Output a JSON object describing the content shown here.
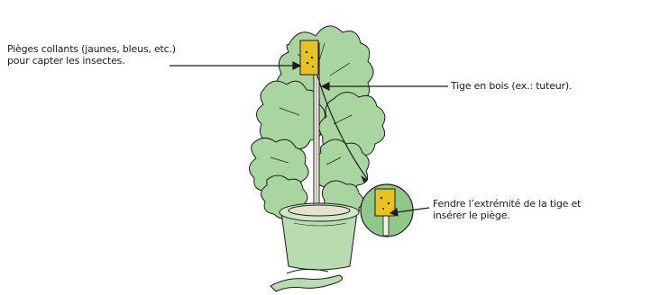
{
  "labels": {
    "traps": {
      "line1": "Pièges collants (jaunes, bleus, etc.)",
      "line2": "pour capter les insectes."
    },
    "stake": {
      "line1": "Tige en bois (ex.: tuteur)."
    },
    "insert": {
      "line1": "Fendre l’extrémité de la tige et",
      "line2": "insérer le piège."
    }
  },
  "colors": {
    "trap_yellow": "#e8c21d",
    "inset_green": "#8fc98a",
    "pot_green": "#b8dcb0",
    "leaf_green": "#a9d6a0",
    "ink": "#1b1b1b"
  },
  "icons": [
    "yellow-sticky-trap",
    "wooden-stake",
    "potted-tomato-plant",
    "inset-detail-circle",
    "trap-in-split-stake"
  ]
}
